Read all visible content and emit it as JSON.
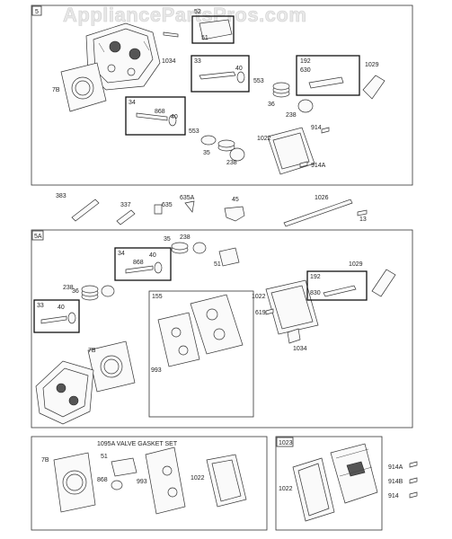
{
  "watermark": "AppliancePartsPros.com",
  "sections": {
    "s5": "5",
    "s5a": "5A",
    "s1095a": "1095A VALVE GASKET SET",
    "s1023": "1023"
  },
  "labels": {
    "a1": "52",
    "a2": "51",
    "a3": "1034",
    "a4": "7B",
    "a5": "33",
    "a6": "40",
    "a7": "553",
    "a8": "36",
    "a9": "238",
    "a10": "192",
    "a11": "630",
    "a12": "1029",
    "a13": "34",
    "a14": "868",
    "a15": "40",
    "a16": "553",
    "a17": "35",
    "a18": "238",
    "a19": "1022",
    "a20": "914",
    "a21": "914A",
    "m1": "383",
    "m2": "337",
    "m3": "635",
    "m4": "635A",
    "m5": "45",
    "m6": "1026",
    "m7": "13",
    "b1": "35",
    "b2": "238",
    "b3": "34",
    "b4": "40",
    "b5": "868",
    "b6": "51",
    "b7": "36",
    "b8": "238",
    "b9": "1029",
    "b10": "192",
    "b11": "830",
    "b12": "1022",
    "b13": "33",
    "b14": "40",
    "b15": "155",
    "b16": "619",
    "b17": "1034",
    "b18": "7B",
    "b19": "993",
    "c1": "7B",
    "c2": "51",
    "c3": "868",
    "c4": "993",
    "c5": "1022",
    "d1": "1022",
    "d2": "914A",
    "d3": "914B",
    "d4": "914"
  },
  "colors": {
    "line": "#333333",
    "watermark": "#e8e8e8"
  }
}
